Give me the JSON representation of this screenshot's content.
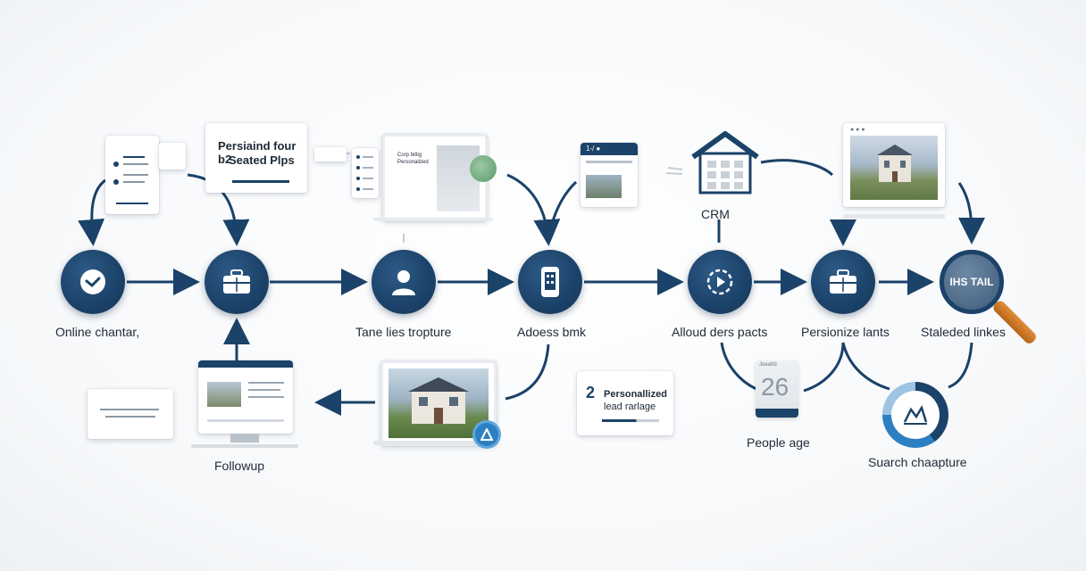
{
  "nodes": {
    "n1": {
      "label": "Online chantar,"
    },
    "n3": {
      "label": "Tane lies tropture"
    },
    "n4": {
      "label": "Adoess bmk"
    },
    "n5": {
      "label": "Alloud ders pacts"
    },
    "n6": {
      "label": "Persionize lants"
    },
    "n7": {
      "label": "Staleded linkes",
      "badge": "IHS TAIL"
    }
  },
  "cards": {
    "personalize_card": {
      "line1": "Persiaind four b2",
      "line2": "Seated Plps"
    },
    "crm": {
      "label": "CRM"
    },
    "personalized_lead": {
      "number": "2",
      "line1": "Personallized",
      "line2": "lead rarlage"
    },
    "people_age": {
      "label": "People age",
      "tag": "Joeattd",
      "digits": "26"
    },
    "search_capture": {
      "label": "Suarch chaapture"
    },
    "followup": {
      "label": "Followup"
    },
    "tablet_small": {
      "line1": "Corp bitlig",
      "line2": "Personalized"
    },
    "phone_small": {
      "header": "1-/ ●"
    },
    "photo_small": {
      "header": "● ● ●"
    }
  },
  "colors": {
    "navy": "#1b4268",
    "accent": "#2d6a9f",
    "orange": "#d9822b"
  }
}
